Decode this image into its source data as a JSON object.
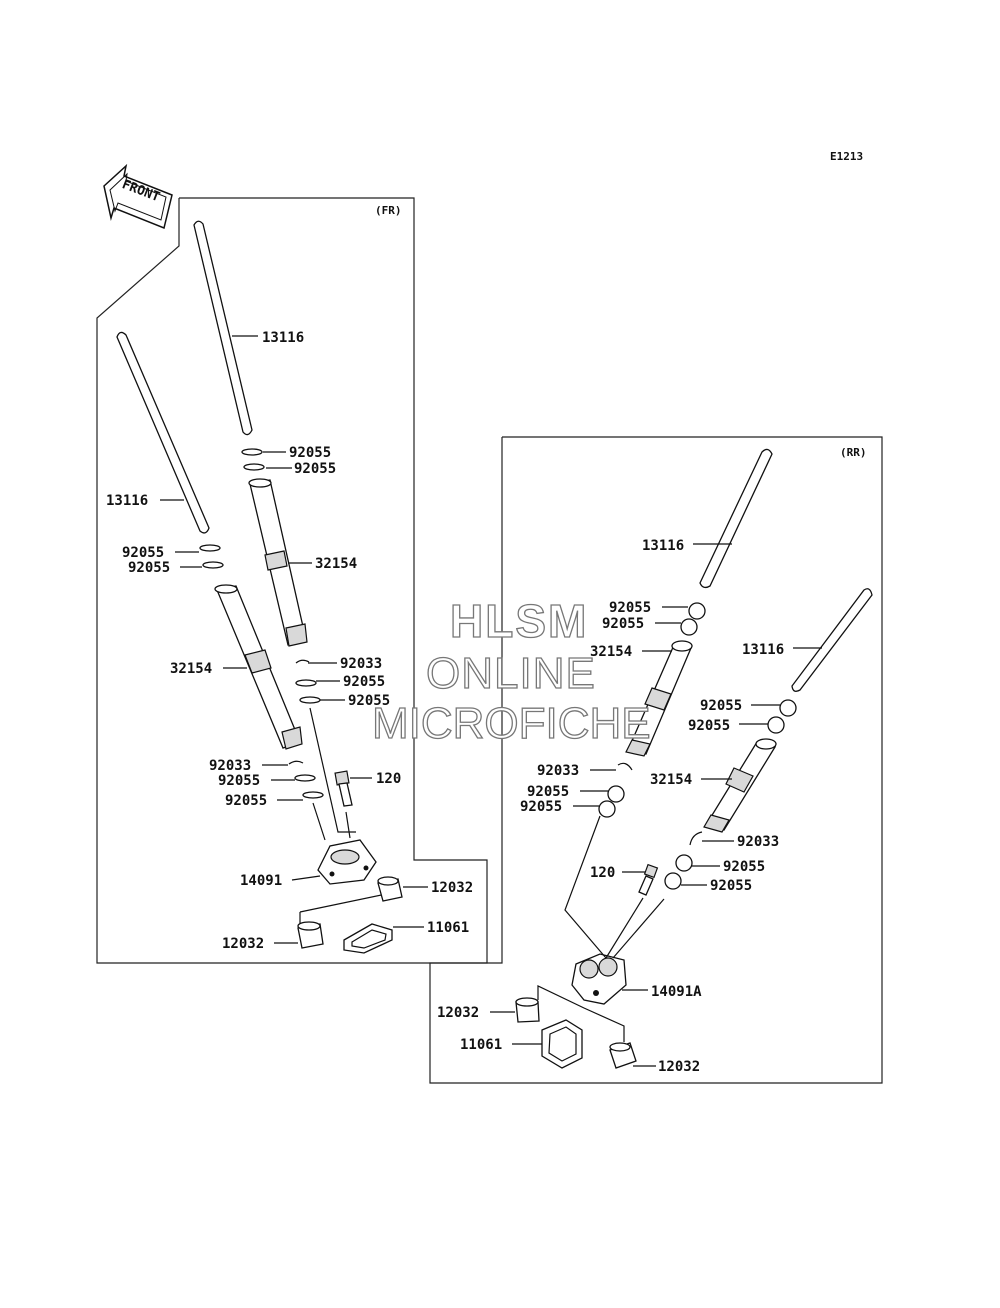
{
  "diagram_code": "E1213",
  "front_label": "FRONT",
  "watermark": {
    "line1": "HLSM",
    "line2": "ONLINE",
    "line3": "MICROFICHE"
  },
  "panels": {
    "front": {
      "title": "(FR)"
    },
    "rear": {
      "title": "(RR)"
    }
  },
  "callouts": {
    "fr_13116_a": "13116",
    "fr_13116_b": "13116",
    "fr_92055_a": "92055",
    "fr_92055_b": "92055",
    "fr_92055_c": "92055",
    "fr_92055_d": "92055",
    "fr_32154_a": "32154",
    "fr_32154_b": "32154",
    "fr_92033_a": "92033",
    "fr_92055_e": "92055",
    "fr_92055_f": "92055",
    "fr_92033_b": "92033",
    "fr_92055_g": "92055",
    "fr_92055_h": "92055",
    "fr_120": "120",
    "fr_14091": "14091",
    "fr_12032_a": "12032",
    "fr_11061": "11061",
    "fr_12032_b": "12032",
    "rr_13116_a": "13116",
    "rr_92055_a": "92055",
    "rr_92055_b": "92055",
    "rr_32154_a": "32154",
    "rr_13116_b": "13116",
    "rr_92055_c": "92055",
    "rr_92055_d": "92055",
    "rr_92033_a": "92033",
    "rr_32154_b": "32154",
    "rr_92055_e": "92055",
    "rr_92055_f": "92055",
    "rr_92033_b": "92033",
    "rr_120": "120",
    "rr_92055_g": "92055",
    "rr_92055_h": "92055",
    "rr_14091A": "14091A",
    "rr_12032_a": "12032",
    "rr_11061": "11061",
    "rr_12032_b": "12032"
  }
}
